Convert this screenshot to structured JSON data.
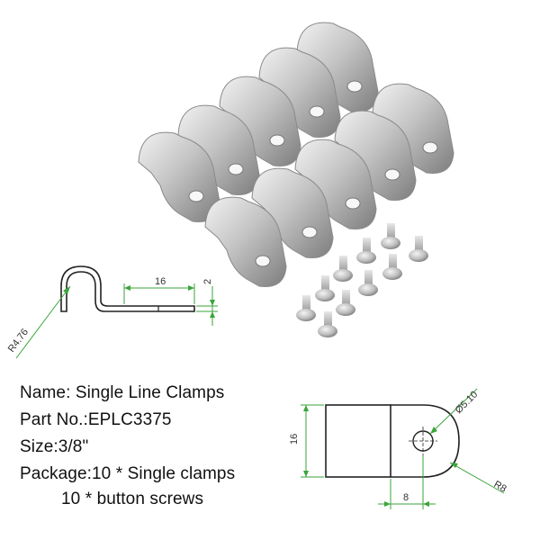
{
  "specs": {
    "name": "Name: Single Line Clamps",
    "part_no": "Part No.:EPLC3375",
    "size": "Size:3/8\"",
    "package_line1": "Package:10 * Single clamps",
    "package_line2": "10 * button screws"
  },
  "side_drawing": {
    "dim_length": "16",
    "dim_thickness": "2",
    "dim_radius": "R4.76"
  },
  "top_drawing": {
    "dim_height": "16",
    "dim_hole": "Ø5.10",
    "dim_radius": "R8",
    "dim_offset": "8"
  },
  "colors": {
    "metal_light": "#dcdcdc",
    "metal_mid": "#a8a8a8",
    "metal_dark": "#6e6e6e",
    "dimension_green": "#3aa53a",
    "outline": "#222222"
  }
}
